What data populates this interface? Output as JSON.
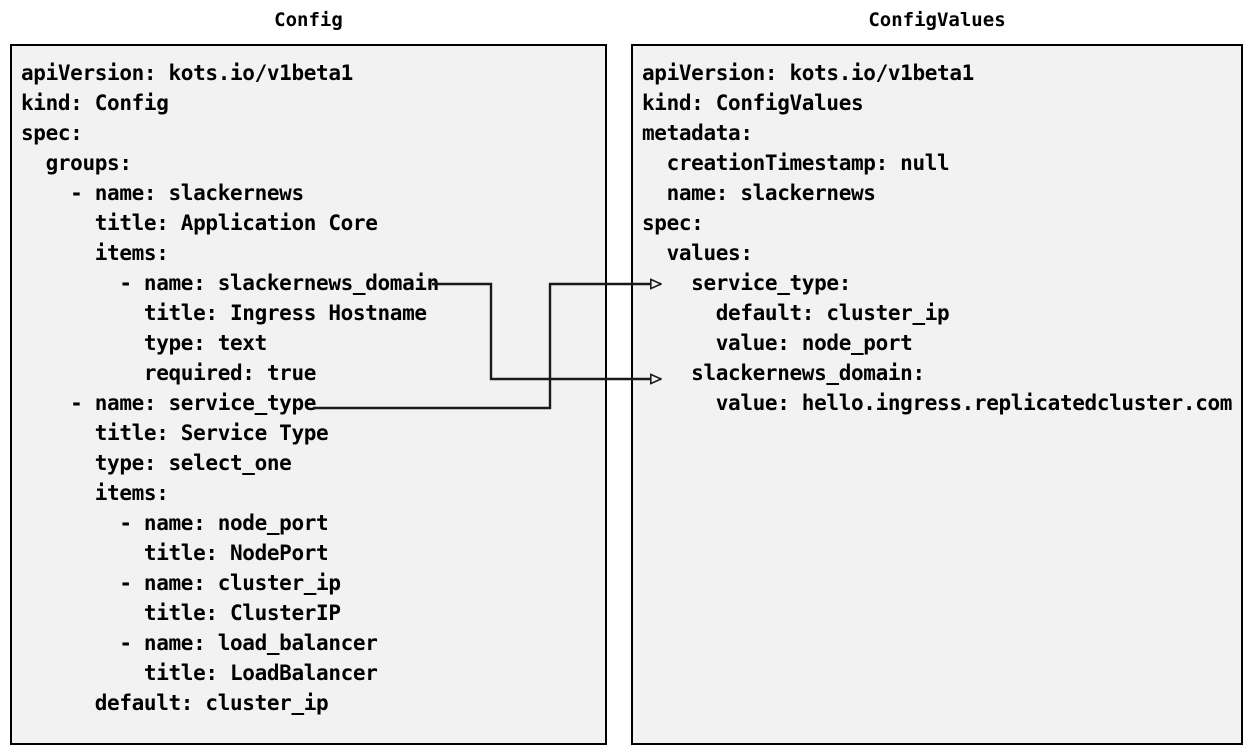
{
  "diagram": {
    "kind": "yaml-mapping-diagram",
    "background_color": "#ffffff",
    "panel_background_color": "#f2f2f2",
    "panel_border_color": "#000000",
    "connector_color": "#1a1a1a"
  },
  "left_panel": {
    "title": "Config",
    "yaml_text": "apiVersion: kots.io/v1beta1\nkind: Config\nspec:\n  groups:\n    - name: slackernews\n      title: Application Core\n      items:\n        - name: slackernews_domain\n          title: Ingress Hostname\n          type: text\n          required: true\n    - name: service_type\n      title: Service Type\n      type: select_one\n      items:\n        - name: node_port\n          title: NodePort\n        - name: cluster_ip\n          title: ClusterIP\n        - name: load_balancer\n          title: LoadBalancer\n      default: cluster_ip",
    "lines": [
      "apiVersion: kots.io/v1beta1",
      "kind: Config",
      "spec:",
      "  groups:",
      "    - name: slackernews",
      "      title: Application Core",
      "      items:",
      "        - name: slackernews_domain",
      "          title: Ingress Hostname",
      "          type: text",
      "          required: true",
      "    - name: service_type",
      "      title: Service Type",
      "      type: select_one",
      "      items:",
      "        - name: node_port",
      "          title: NodePort",
      "        - name: cluster_ip",
      "          title: ClusterIP",
      "        - name: load_balancer",
      "          title: LoadBalancer",
      "      default: cluster_ip"
    ]
  },
  "right_panel": {
    "title": "ConfigValues",
    "yaml_text": "apiVersion: kots.io/v1beta1\nkind: ConfigValues\nmetadata:\n  creationTimestamp: null\n  name: slackernews\nspec:\n  values:\n    service_type:\n      default: cluster_ip\n      value: node_port\n    slackernews_domain:\n      value: hello.ingress.replicatedcluster.com",
    "lines": [
      "apiVersion: kots.io/v1beta1",
      "kind: ConfigValues",
      "metadata:",
      "  creationTimestamp: null",
      "  name: slackernews",
      "spec:",
      "  values:",
      "    service_type:",
      "      default: cluster_ip",
      "      value: node_port",
      "    slackernews_domain:",
      "      value: hello.ingress.replicatedcluster.com"
    ]
  },
  "connectors": [
    {
      "id": "slackernews-domain-link",
      "from_label": "slackernews_domain",
      "to_label": "slackernews_domain",
      "arrow": "open-triangle"
    },
    {
      "id": "service-type-link",
      "from_label": "service_type",
      "to_label": "service_type",
      "arrow": "open-triangle"
    }
  ]
}
